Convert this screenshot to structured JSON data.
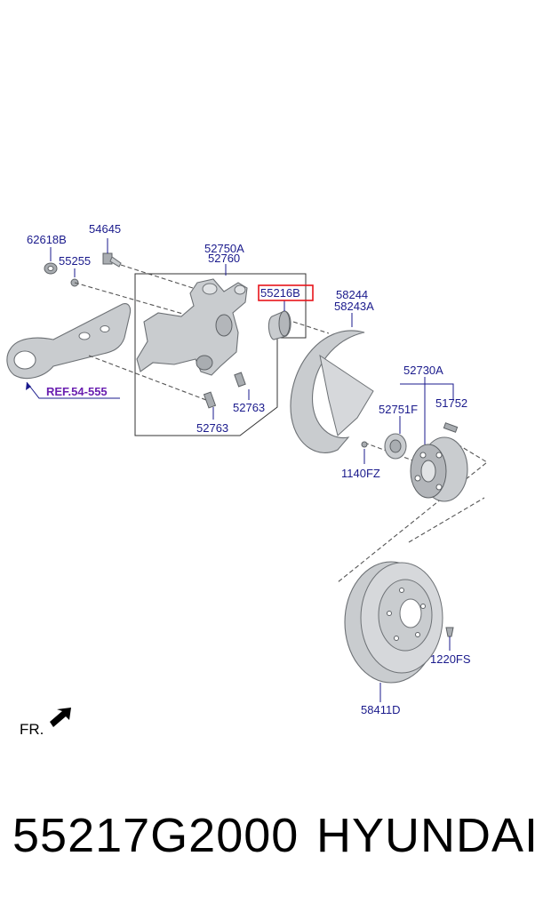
{
  "diagram": {
    "labels": {
      "l62618B": "62618B",
      "l54645": "54645",
      "l55255": "55255",
      "l52750A": "52750A",
      "l52760": "52760",
      "l55216B": "55216B",
      "l58244": "58244",
      "l58243A": "58243A",
      "l52730A": "52730A",
      "l52751F": "52751F",
      "l51752": "51752",
      "l52763a": "52763",
      "l52763b": "52763",
      "l1140FZ": "1140FZ",
      "l1220FS": "1220FS",
      "l58411D": "58411D",
      "ref": "REF.54-555",
      "front": "FR."
    },
    "highlight_color": "#e8141b",
    "label_color": "#1a1a8c",
    "ref_color": "#6a1fb0"
  },
  "footer": {
    "part_number": "55217G2000",
    "brand": "HYUNDAI"
  }
}
